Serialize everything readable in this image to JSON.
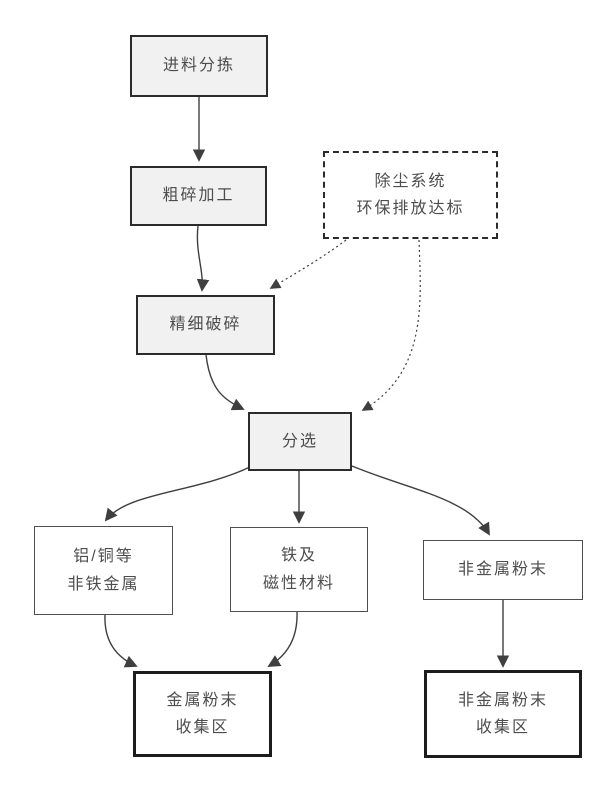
{
  "diagram": {
    "type": "flowchart",
    "language": "zh-CN",
    "colors": {
      "box_fill": "#f1f1f1",
      "box_border": "#2b2b2b",
      "plain_border": "#4f4f4f",
      "bold_border": "#1c1c1c",
      "line": "#3f3f3f",
      "text": "#4d4d4d",
      "background": "#ffffff"
    },
    "nodes": {
      "feed_sorting": {
        "label": "进料分拣",
        "shape": "process"
      },
      "coarse_crushing": {
        "label": "粗碎加工",
        "shape": "process"
      },
      "dust_system": {
        "label": "除尘系统\n环保排放达标",
        "shape": "dashed"
      },
      "fine_crushing": {
        "label": "精细破碎",
        "shape": "process"
      },
      "separation": {
        "label": "分选",
        "shape": "process"
      },
      "nonferrous_metal": {
        "label": "铝/铜等\n非铁金属",
        "shape": "plain"
      },
      "ferrous_magnetic": {
        "label": "铁及\n磁性材料",
        "shape": "plain"
      },
      "nonmetal_powder": {
        "label": "非金属粉末",
        "shape": "plain"
      },
      "metal_powder_collection": {
        "label": "金属粉末\n收集区",
        "shape": "bold"
      },
      "nonmetal_powder_collection": {
        "label": "非金属粉末\n收集区",
        "shape": "bold"
      }
    },
    "edges": [
      {
        "from": "feed_sorting",
        "to": "coarse_crushing",
        "style": "solid"
      },
      {
        "from": "coarse_crushing",
        "to": "fine_crushing",
        "style": "solid"
      },
      {
        "from": "dust_system",
        "to": "fine_crushing",
        "style": "dotted"
      },
      {
        "from": "dust_system",
        "to": "separation",
        "style": "dotted"
      },
      {
        "from": "fine_crushing",
        "to": "separation",
        "style": "solid"
      },
      {
        "from": "separation",
        "to": "nonferrous_metal",
        "style": "solid"
      },
      {
        "from": "separation",
        "to": "ferrous_magnetic",
        "style": "solid"
      },
      {
        "from": "separation",
        "to": "nonmetal_powder",
        "style": "solid"
      },
      {
        "from": "nonferrous_metal",
        "to": "metal_powder_collection",
        "style": "solid"
      },
      {
        "from": "ferrous_magnetic",
        "to": "metal_powder_collection",
        "style": "solid"
      },
      {
        "from": "nonmetal_powder",
        "to": "nonmetal_powder_collection",
        "style": "solid"
      }
    ]
  }
}
